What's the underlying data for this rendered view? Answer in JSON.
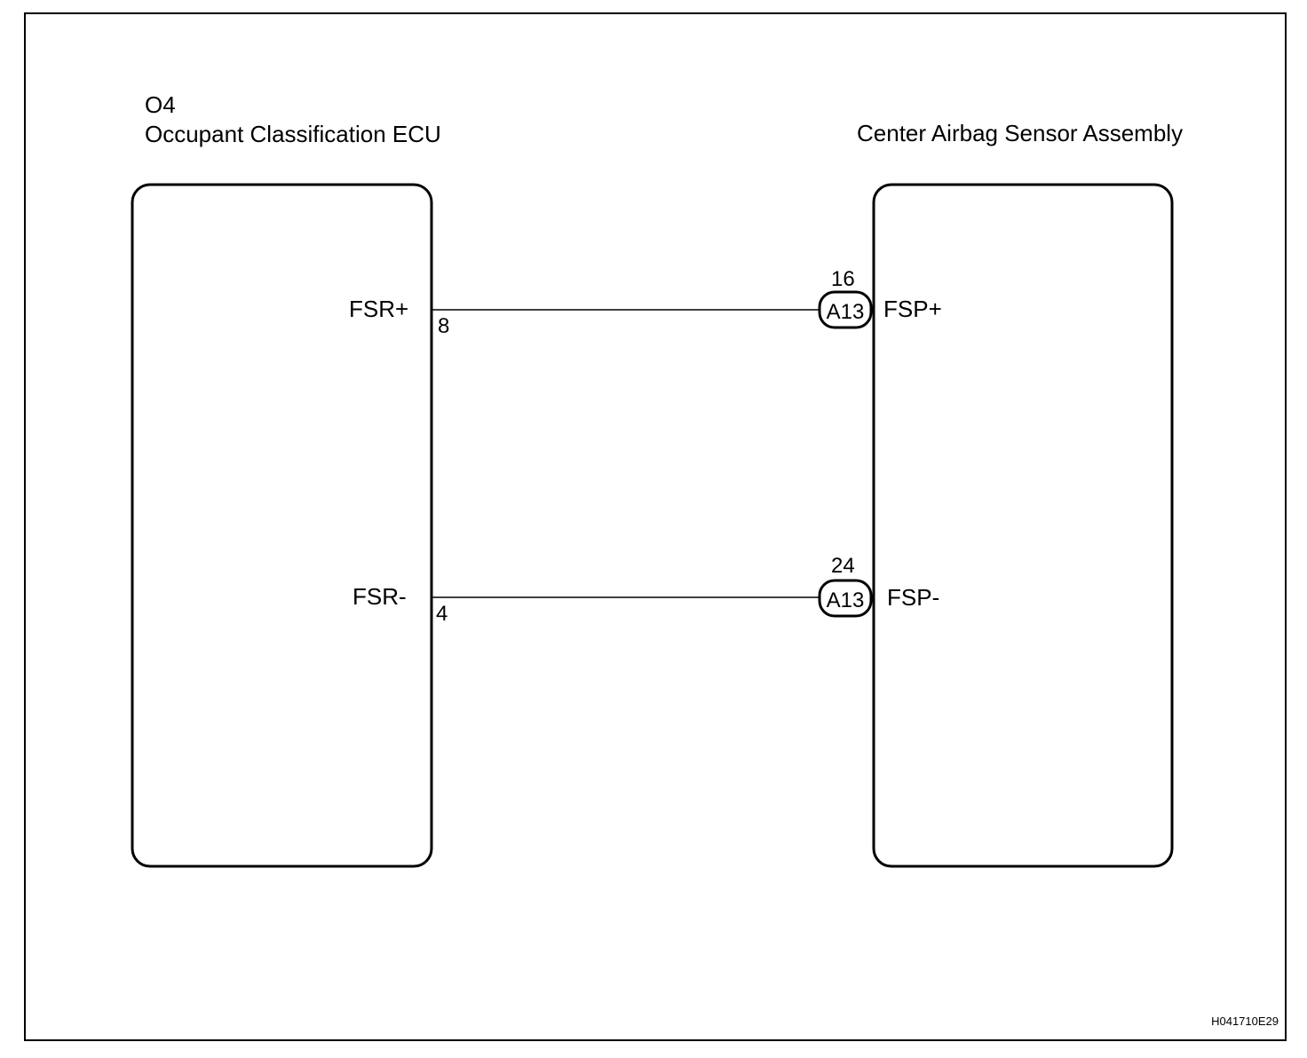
{
  "diagram": {
    "left_component": {
      "code": "O4",
      "name": "Occupant Classification ECU",
      "terminals": [
        {
          "label": "FSR+",
          "pin": "8"
        },
        {
          "label": "FSR-",
          "pin": "4"
        }
      ]
    },
    "right_component": {
      "name": "Center Airbag Sensor Assembly",
      "terminals": [
        {
          "label": "FSP+",
          "pin": "16",
          "connector": "A13"
        },
        {
          "label": "FSP-",
          "pin": "24",
          "connector": "A13"
        }
      ]
    },
    "figure_code": "H041710E29"
  }
}
